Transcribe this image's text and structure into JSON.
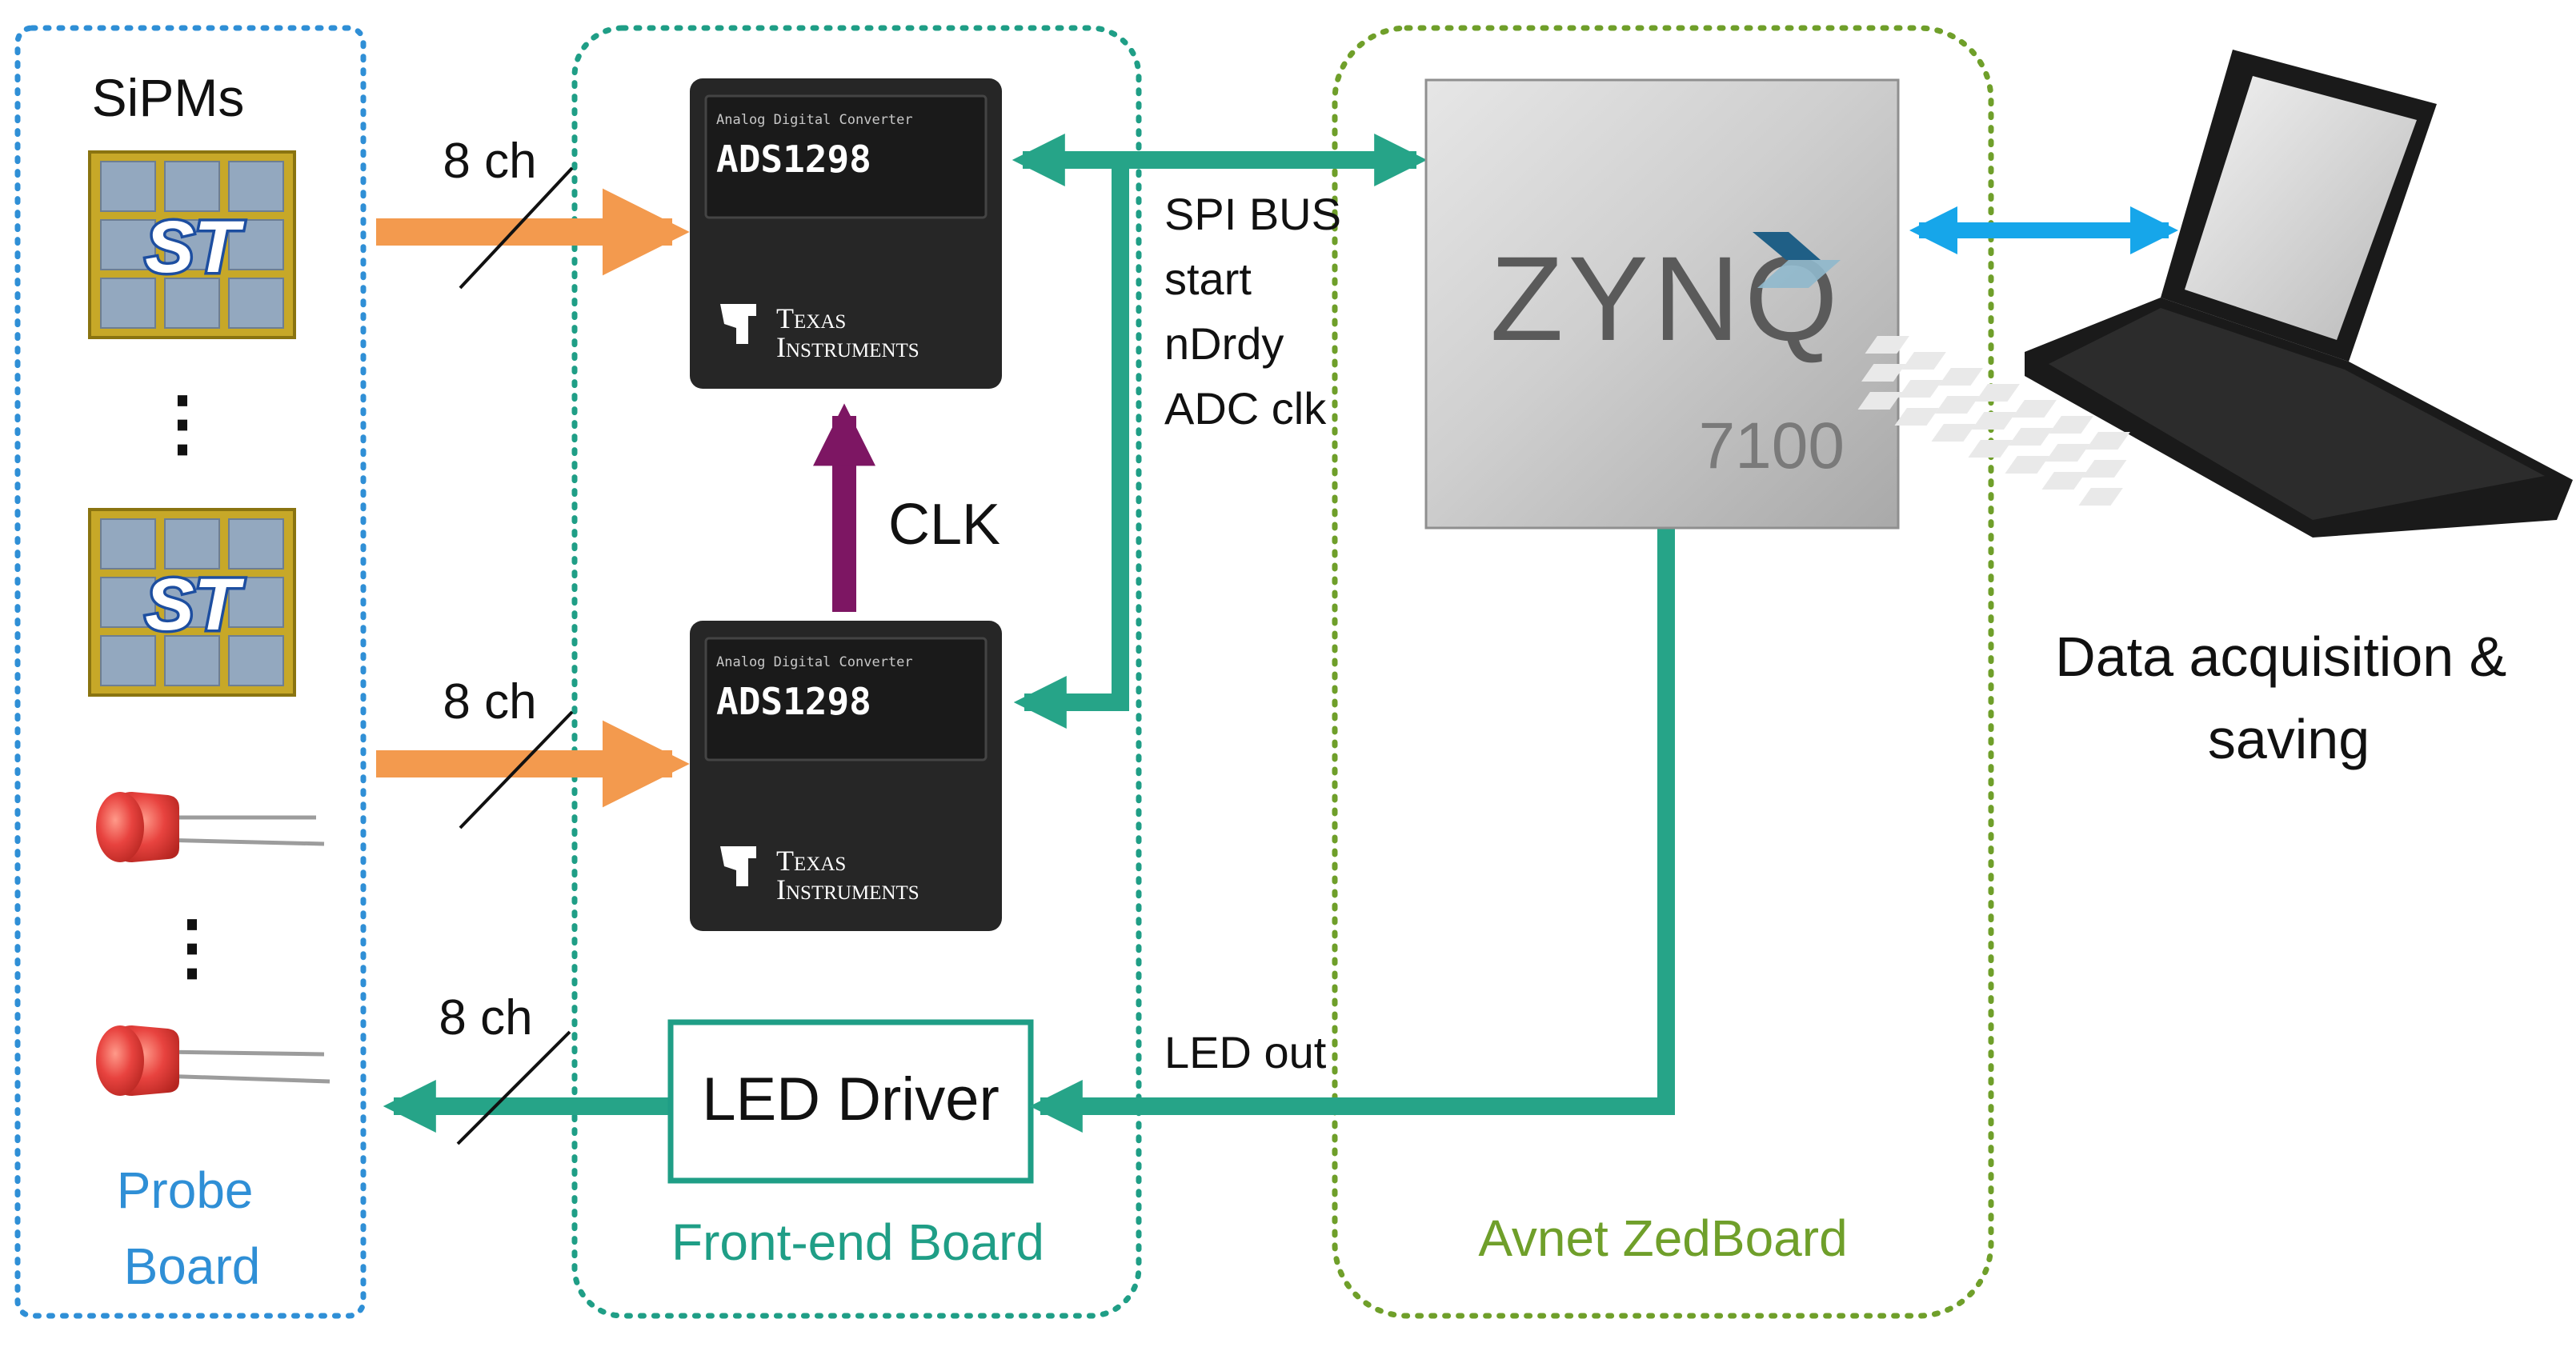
{
  "colors": {
    "probe_blue": "#2f8fd6",
    "frontend_teal": "#1f9e86",
    "zed_green": "#6f9f2a",
    "bus_teal": "#26a488",
    "signal_orange": "#f39a4e",
    "clock_purple": "#7d1663",
    "link_blue": "#16a6ea",
    "chip_dark": "#262626",
    "sipm_gold": "#c7a828",
    "sipm_cell": "#93a8bf",
    "led_red": "#e8433f"
  },
  "icons": {
    "sipm": "st-sipm-array-icon",
    "led": "red-led-icon",
    "adc": "ti-adc-chip-icon",
    "fpga": "zynq-chip-icon",
    "laptop": "laptop-icon"
  },
  "probe_board": {
    "title": "SiPMs",
    "label_line1": "Probe",
    "label_line2": "Board",
    "dots": "⋮",
    "sipm_logo": "ST"
  },
  "frontend_board": {
    "label": "Front-end Board",
    "adc_top": {
      "caption": "Analog Digital Converter",
      "name": "ADS1298",
      "maker_line1": "Texas",
      "maker_line2": "Instruments"
    },
    "adc_bottom": {
      "caption": "Analog Digital Converter",
      "name": "ADS1298",
      "maker_line1": "Texas",
      "maker_line2": "Instruments"
    },
    "clk_label": "CLK",
    "led_driver": "LED Driver"
  },
  "channels": [
    "8 ch",
    "8 ch",
    "8 ch"
  ],
  "bus_signals": [
    "SPI BUS",
    "start",
    "nDrdy",
    "ADC clk"
  ],
  "led_out_label": "LED out",
  "zedboard": {
    "label": "Avnet ZedBoard",
    "chip_brand": "ZYNQ",
    "chip_model": "7100"
  },
  "pc": {
    "label_line1": "Data acquisition &",
    "label_line2": "saving"
  }
}
